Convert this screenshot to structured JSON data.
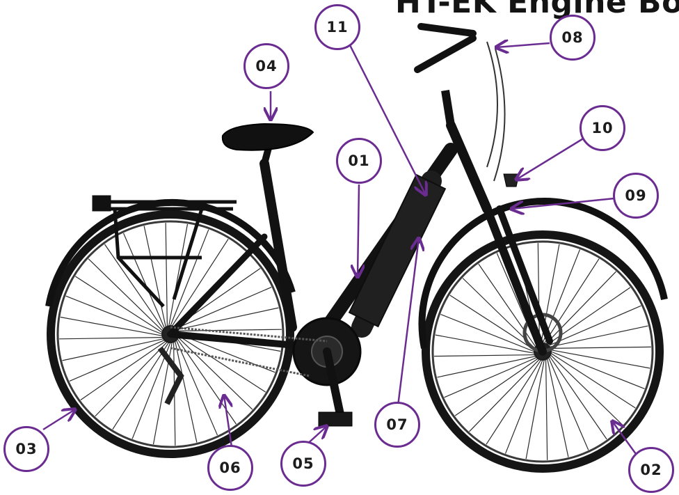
{
  "title": "HT-EK Engine Bo",
  "accent_color": "#6b2c91",
  "callouts": [
    {
      "id": "01",
      "label": "01"
    },
    {
      "id": "02",
      "label": "02"
    },
    {
      "id": "03",
      "label": "03"
    },
    {
      "id": "04",
      "label": "04"
    },
    {
      "id": "05",
      "label": "05"
    },
    {
      "id": "06",
      "label": "06"
    },
    {
      "id": "07",
      "label": "07"
    },
    {
      "id": "08",
      "label": "08"
    },
    {
      "id": "09",
      "label": "09"
    },
    {
      "id": "10",
      "label": "10"
    },
    {
      "id": "11",
      "label": "11"
    }
  ]
}
